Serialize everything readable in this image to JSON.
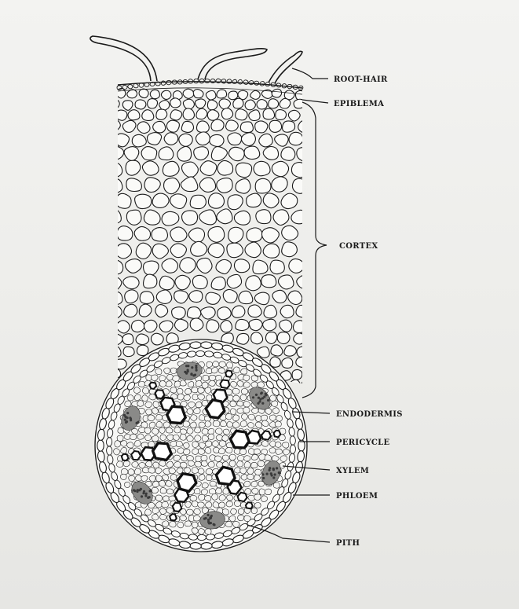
{
  "diagram": {
    "labels": {
      "root_hair": "ROOT-HAIR",
      "epiblema": "EPIBLEMA",
      "cortex": "CORTEX",
      "endodermis": "ENDODERMIS",
      "pericycle": "PERICYCLE",
      "xylem": "XYLEM",
      "phloem": "PHLOEM",
      "pith": "PITH"
    }
  },
  "colors": {
    "ink": "#1a1a1a",
    "paper": "#efefed",
    "phloem_fill": "#6a6a6a"
  }
}
